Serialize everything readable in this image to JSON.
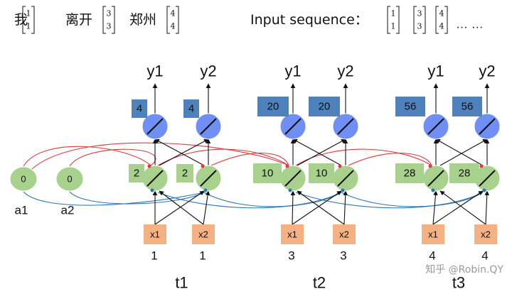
{
  "header": {
    "words": [
      {
        "text": "我",
        "vector": [
          "1",
          "1"
        ]
      },
      {
        "text": "离开",
        "vector": [
          "3",
          "3"
        ]
      },
      {
        "text": "郑州",
        "vector": [
          "4",
          "4"
        ]
      }
    ],
    "sequence_label": "Input sequence：",
    "sequence_vectors": [
      [
        "1",
        "1"
      ],
      [
        "3",
        "3"
      ],
      [
        "4",
        "4"
      ]
    ],
    "ellipsis": "… …"
  },
  "memory": {
    "a1": {
      "label": "a1",
      "value": "0"
    },
    "a2": {
      "label": "a2",
      "value": "0"
    }
  },
  "steps": [
    {
      "time": "t1",
      "x1_label": "x1",
      "x2_label": "x2",
      "x1_value": "1",
      "x2_value": "1",
      "hidden": [
        "2",
        "2"
      ],
      "output_values": [
        "4",
        "4"
      ],
      "outputs": [
        "y1",
        "y2"
      ]
    },
    {
      "time": "t2",
      "x1_label": "x1",
      "x2_label": "x2",
      "x1_value": "3",
      "x2_value": "3",
      "hidden": [
        "10",
        "10"
      ],
      "output_values": [
        "20",
        "20"
      ],
      "outputs": [
        "y1",
        "y2"
      ]
    },
    {
      "time": "t3",
      "x1_label": "x1",
      "x2_label": "x2",
      "x1_value": "4",
      "x2_value": "4",
      "hidden": [
        "28",
        "28"
      ],
      "output_values": [
        "56",
        "56"
      ],
      "outputs": [
        "y1",
        "y2"
      ]
    }
  ],
  "watermark": "知乎 @Robin.QY",
  "colors": {
    "blue_node": "#6f8ff5",
    "blue_box": "#4f81bd",
    "green_node": "#a9d18e",
    "orange_box": "#f4b183",
    "red_link": "#e0393e",
    "blue_link": "#2e75b6"
  }
}
